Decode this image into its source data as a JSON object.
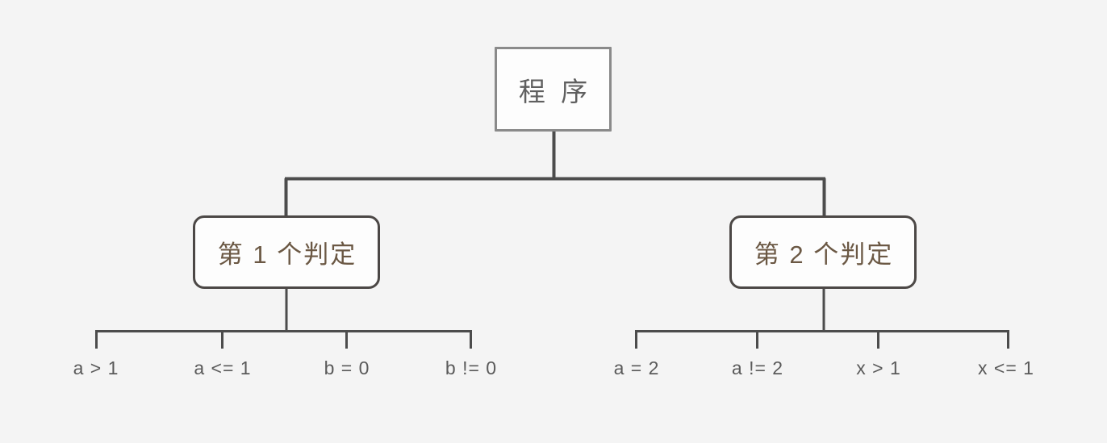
{
  "diagram": {
    "type": "tree",
    "background_color": "#f4f4f4",
    "root": {
      "label": "程 序",
      "text_color": "#5f5f5f",
      "border_color": "#8a8a8a",
      "fill_color": "#fdfdfd"
    },
    "decisions": [
      {
        "label": "第 1 个判定",
        "text_color": "#6b5844",
        "border_color": "#4c4846",
        "fill_color": "#fdfdfd",
        "leaves": [
          {
            "label": "a > 1"
          },
          {
            "label": "a <= 1"
          },
          {
            "label": "b = 0"
          },
          {
            "label": "b != 0"
          }
        ]
      },
      {
        "label": "第 2 个判定",
        "text_color": "#6b5844",
        "border_color": "#4c4846",
        "fill_color": "#fdfdfd",
        "leaves": [
          {
            "label": "a = 2"
          },
          {
            "label": "a != 2"
          },
          {
            "label": "x > 1"
          },
          {
            "label": "x <= 1"
          }
        ]
      }
    ],
    "connector_color": "#4c4c4c",
    "leaf_text_color": "#5a5a5a"
  }
}
